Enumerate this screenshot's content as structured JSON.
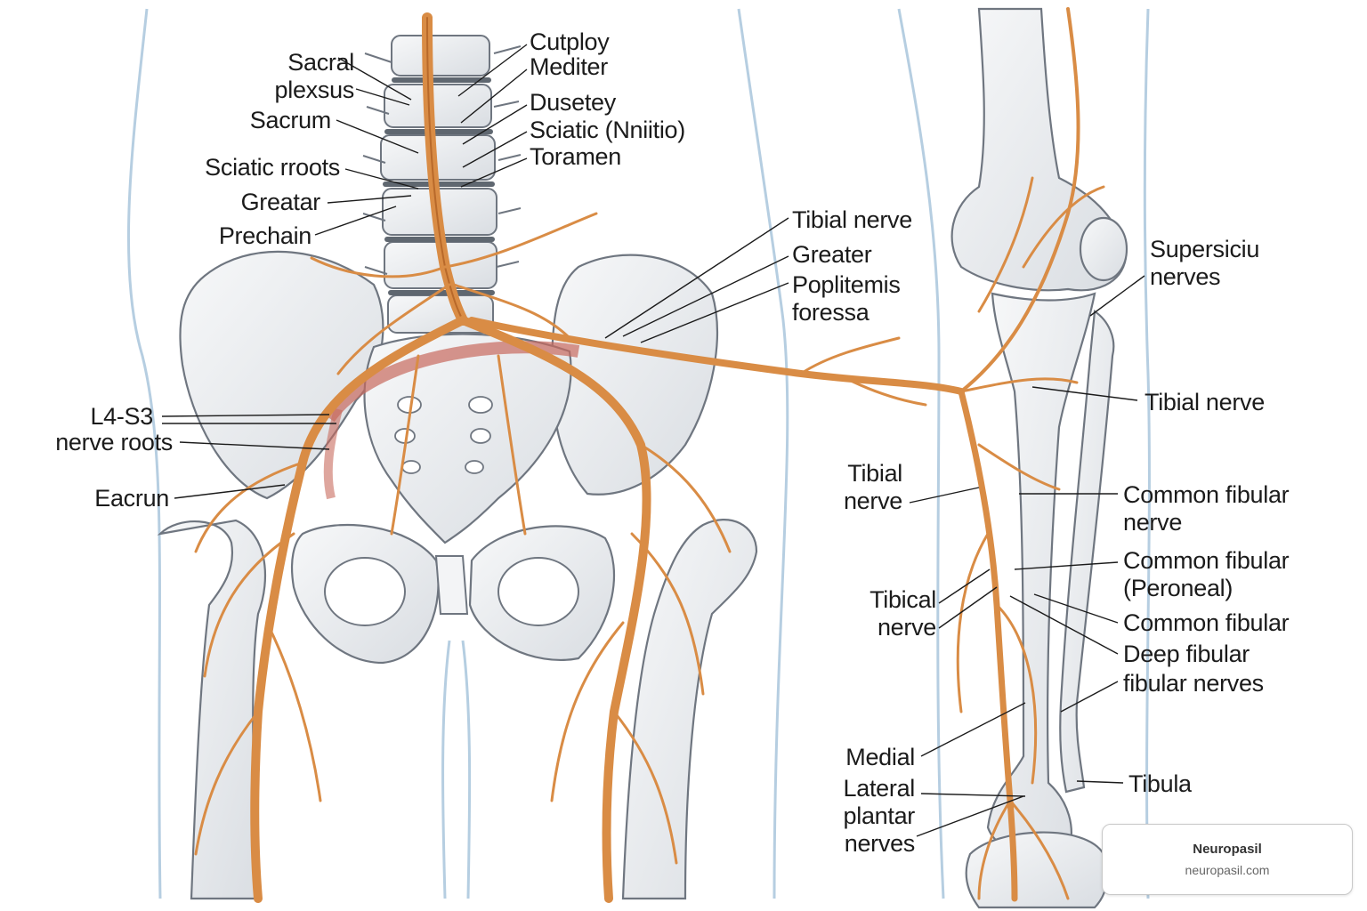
{
  "labels": {
    "sacral_plexus": "Sacral\nplexsus",
    "sacrum": "Sacrum",
    "sciatic_rroots": "Sciatic rroots",
    "greatar": "Greatar",
    "prechain": "Prechain",
    "cutploy": "Cutploy",
    "mediter": "Mediter",
    "dusetey": "Dusetey",
    "sciatic_nniitio": "Sciatic (Nniitio)",
    "toramen": "Toramen",
    "tibial_nerve_top": "Tibial nerve",
    "greater": "Greater",
    "popliteal_foressa": "Poplitemis\nforessa",
    "l4_s3": "L4-S3",
    "nerve_roots": "nerve roots",
    "eacrun": "Eacrun",
    "supersiciu_nerves": "Supersiciu\nnerves",
    "tibial_nerve_right": "Tibial nerve",
    "tibial_nerve_left": "Tibial\nnerve",
    "common_fibular_nerve": "Common fibular\nnerve",
    "common_fibular_peroneal": "Common fibular\n(Peroneal)",
    "tibical_nerve": "Tibical\nnerve",
    "common_fibular": "Common fibular",
    "deep_fibular": "Deep fibular",
    "fibular_nerves": "fibular nerves",
    "medial": "Medial",
    "lateral_plantar_nerves": "Lateral\nplantar\nnerves",
    "tibula": "Tibula"
  },
  "brand": {
    "name": "Neuropasil",
    "url": "neuropasil.com"
  },
  "colors": {
    "nerve": "#d98c45",
    "nerve_dark": "#b8692a",
    "bone": "#eef0f2",
    "bone_outline": "#6f7680",
    "skin_outline": "#a9c6dc",
    "ligament": "#c86a5e"
  }
}
